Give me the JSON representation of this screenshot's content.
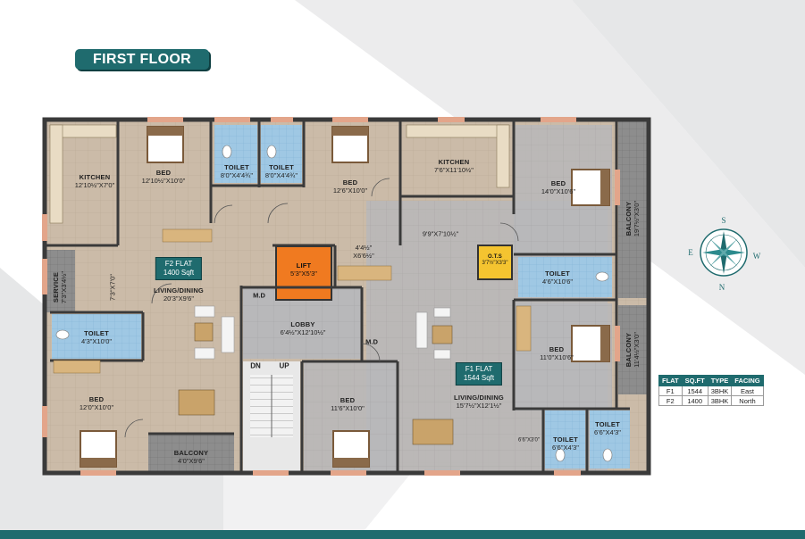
{
  "header": {
    "title": "FIRST FLOOR"
  },
  "rooms": {
    "kitchen_left": {
      "name": "KITCHEN",
      "dim": "12'10½\"X7'0\""
    },
    "bed_top_left": {
      "name": "BED",
      "dim": "12'10½\"X10'0\""
    },
    "toilet_top_1": {
      "name": "TOILET",
      "dim": "8'0\"X4'4¾\""
    },
    "toilet_top_2": {
      "name": "TOILET",
      "dim": "8'0\"X4'4¾\""
    },
    "bed_top_mid": {
      "name": "BED",
      "dim": "12'6\"X10'0\""
    },
    "kitchen_right": {
      "name": "KITCHEN",
      "dim": "7'6\"X11'10½\""
    },
    "bed_top_right": {
      "name": "BED",
      "dim": "14'0\"X10'6\""
    },
    "balcony_right_top": {
      "name": "BALCONY",
      "dim": "19'7½\"X3'0\""
    },
    "service": {
      "name": "SERVICE",
      "dim": "7'3\"X3'4½\""
    },
    "passage_left": {
      "dim": "7'3\"X7'0\""
    },
    "living_f2": {
      "name": "LIVING/DINING",
      "dim": "20'3\"X9'6\""
    },
    "lift": {
      "name": "LIFT",
      "dim": "5'3\"X5'3\""
    },
    "passage_mid": {
      "dim": "4'4½\"",
      "dim2": "X6'6½\""
    },
    "passage_right": {
      "dim": "9'9\"X7'10½\""
    },
    "ots": {
      "name": "O.T.S",
      "dim": "3'7½\"X3'3\""
    },
    "toilet_right": {
      "name": "TOILET",
      "dim": "4'6\"X10'6\""
    },
    "toilet_left": {
      "name": "TOILET",
      "dim": "4'3\"X10'0\""
    },
    "lobby": {
      "name": "LOBBY",
      "dim": "6'4½\"X12'10½\""
    },
    "bed_right_mid": {
      "name": "BED",
      "dim": "11'0\"X10'6\""
    },
    "balcony_right_mid": {
      "name": "BALCONY",
      "dim": "11'4½\"X3'0\""
    },
    "bed_bottom_left": {
      "name": "BED",
      "dim": "12'0\"X10'0\""
    },
    "bed_bottom_mid": {
      "name": "BED",
      "dim": "11'6\"X10'0\""
    },
    "living_f1": {
      "name": "LIVING/DINING",
      "dim": "15'7½\"X12'1½\""
    },
    "balcony_bottom": {
      "name": "BALCONY",
      "dim": "4'0\"X9'6\""
    },
    "toilet_bottom_1": {
      "name": "TOILET",
      "dim": "6'6\"X4'3\""
    },
    "toilet_bottom_2": {
      "name": "TOILET",
      "dim": "6'6\"X4'3\""
    },
    "passage_bottom_right": {
      "dim": "6'6\"X3'0\""
    }
  },
  "flats": {
    "f2": {
      "name": "F2 FLAT",
      "area": "1400 Sqft"
    },
    "f1": {
      "name": "F1 FLAT",
      "area": "1544 Sqft"
    }
  },
  "labels": {
    "md": "M.D",
    "dn": "DN",
    "up": "UP"
  },
  "table": {
    "headers": [
      "FLAT",
      "SQ.FT",
      "TYPE",
      "FACING"
    ],
    "rows": [
      [
        "F1",
        "1544",
        "3BHK",
        "East"
      ],
      [
        "F2",
        "1400",
        "3BHK",
        "North"
      ]
    ]
  },
  "compass": {
    "n_top": "S",
    "n_bottom": "N",
    "left": "E",
    "right": "W"
  },
  "colors": {
    "brand": "#1f6b6e",
    "floor_tile": "#c9b9a6",
    "lobby_tile": "#b9b9b9",
    "bath_tile": "#a9cde6",
    "lift": "#f07a20",
    "ots": "#f4c430",
    "wall": "#3a3a3a",
    "door": "#e3a58a"
  }
}
